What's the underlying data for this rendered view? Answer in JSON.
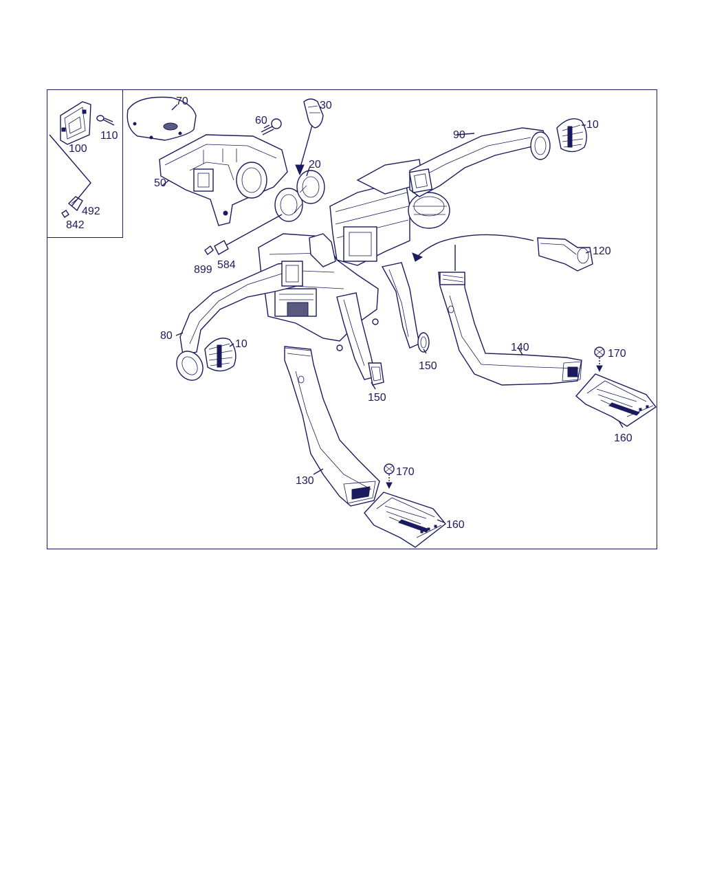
{
  "diagram": {
    "labels": {
      "p10a": "10",
      "p10b": "10",
      "p20": "20",
      "p30": "30",
      "p50": "50",
      "p60": "60",
      "p70": "70",
      "p80": "80",
      "p90": "90",
      "p100": "100",
      "p110": "110",
      "p120": "120",
      "p130": "130",
      "p140": "140",
      "p150a": "150",
      "p150b": "150",
      "p160a": "160",
      "p160b": "160",
      "p170a": "170",
      "p170b": "170",
      "p492": "492",
      "p584": "584",
      "p842": "842",
      "p899": "899"
    },
    "colors": {
      "line": "#1a1a5e",
      "background": "#ffffff"
    }
  }
}
